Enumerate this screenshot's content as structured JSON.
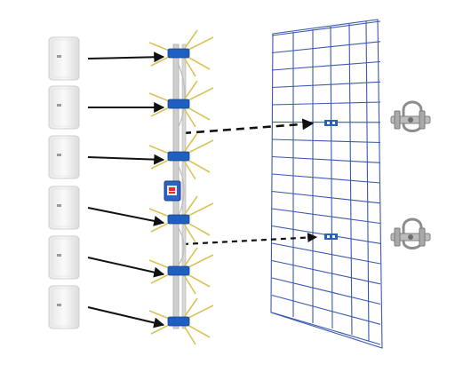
{
  "diagram": {
    "kind": "antenna-assembly-illustration",
    "panel_modules": {
      "count": 6,
      "icon": "panel-module-icon",
      "color": "#ececec"
    },
    "mast": {
      "icon": "antenna-mast-icon",
      "color": "#c8c8c8",
      "clamp_color": "#1f5fbf",
      "element_color": "#d9c45a"
    },
    "amplifier": {
      "icon": "amplifier-box-icon",
      "color": "#2a63c2",
      "label_color": "#d8322b"
    },
    "reflector": {
      "icon": "reflector-grid-icon",
      "color": "#2f4fa8"
    },
    "mounting_clamps": {
      "count": 2,
      "icon": "u-bolt-clamp-icon",
      "color": "#9a9a9a"
    },
    "arrows": {
      "solid_color": "#111111",
      "dashed_color": "#111111"
    }
  }
}
